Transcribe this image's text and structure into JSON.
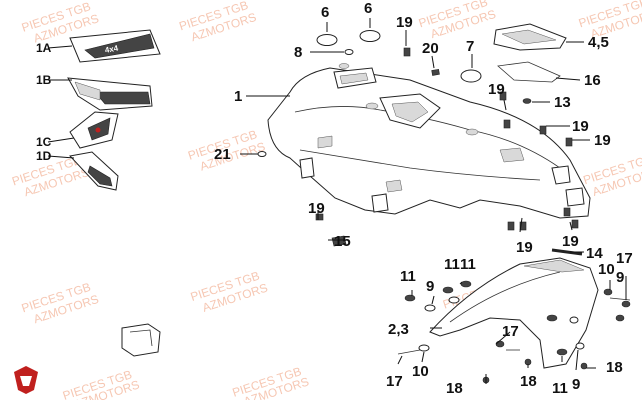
{
  "watermarks": [
    {
      "line1": "PIECES TGB",
      "line2": "AZMOTORS"
    }
  ],
  "callouts": {
    "c1A": "1A",
    "c1B": "1B",
    "c1C": "1C",
    "c1D": "1D",
    "c1": "1",
    "c6a": "6",
    "c6b": "6",
    "c8": "8",
    "c19a": "19",
    "c20": "20",
    "c7": "7",
    "c45": "4,5",
    "c16": "16",
    "c19b": "19",
    "c13": "13",
    "c19c": "19",
    "c19d": "19",
    "c21": "21",
    "c19e": "19",
    "c15": "15",
    "c19f": "19",
    "c19g": "19",
    "c14": "14",
    "c11a": "11",
    "c9a": "9",
    "c11b": "11",
    "c10a": "10",
    "c17a": "17",
    "c9b": "9",
    "c23": "2,3",
    "c17b": "17",
    "c18a": "18",
    "c17c": "17",
    "c10b": "10",
    "c18b": "18",
    "c11c": "11",
    "c9c": "9",
    "c18c": "18"
  },
  "logo_colors": {
    "primary": "#c0201e",
    "ink": "#111111",
    "watermark": "#f3b59a"
  }
}
